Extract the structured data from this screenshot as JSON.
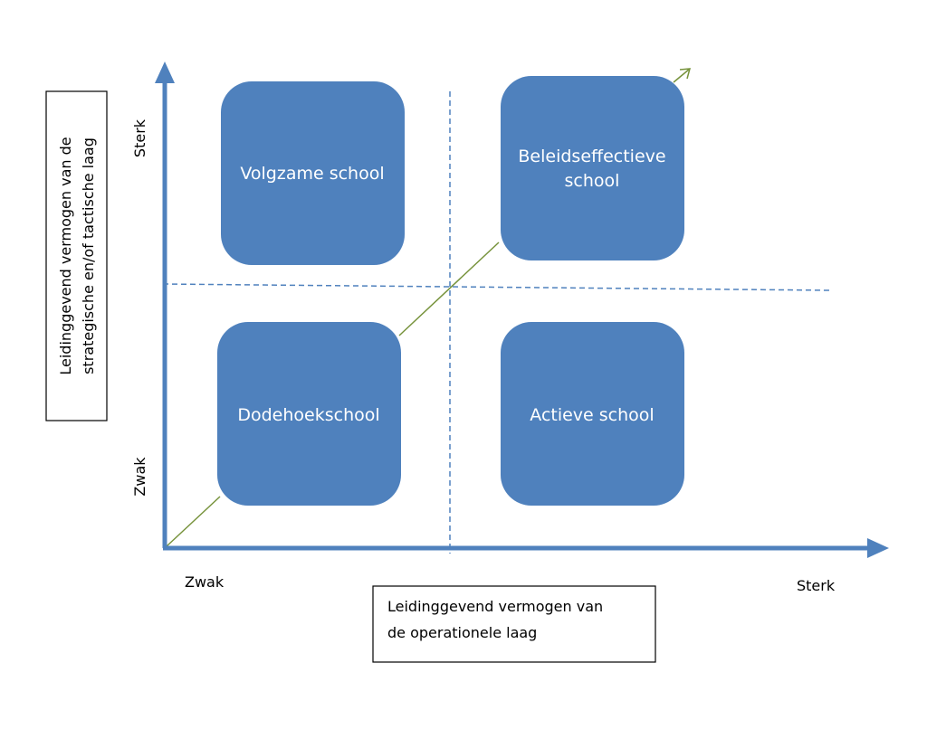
{
  "colors": {
    "box_fill": "#4f81bd",
    "axis": "#4f81bd",
    "trend_line": "#77933c",
    "text_on_box": "#ffffff"
  },
  "quadrants": {
    "top_left": "Volgzame school",
    "top_right": [
      "Beleidseffectieve",
      "school"
    ],
    "bottom_left": "Dodehoekschool",
    "bottom_right": "Actieve school"
  },
  "y_axis": {
    "title": [
      "Leidinggevend vermogen van de",
      "strategische en/of tactische laag"
    ],
    "high_label": "Sterk",
    "low_label": "Zwak"
  },
  "x_axis": {
    "title": [
      "Leidinggevend vermogen van",
      "de operationele laag"
    ],
    "low_label": "Zwak",
    "high_label": "Sterk"
  }
}
